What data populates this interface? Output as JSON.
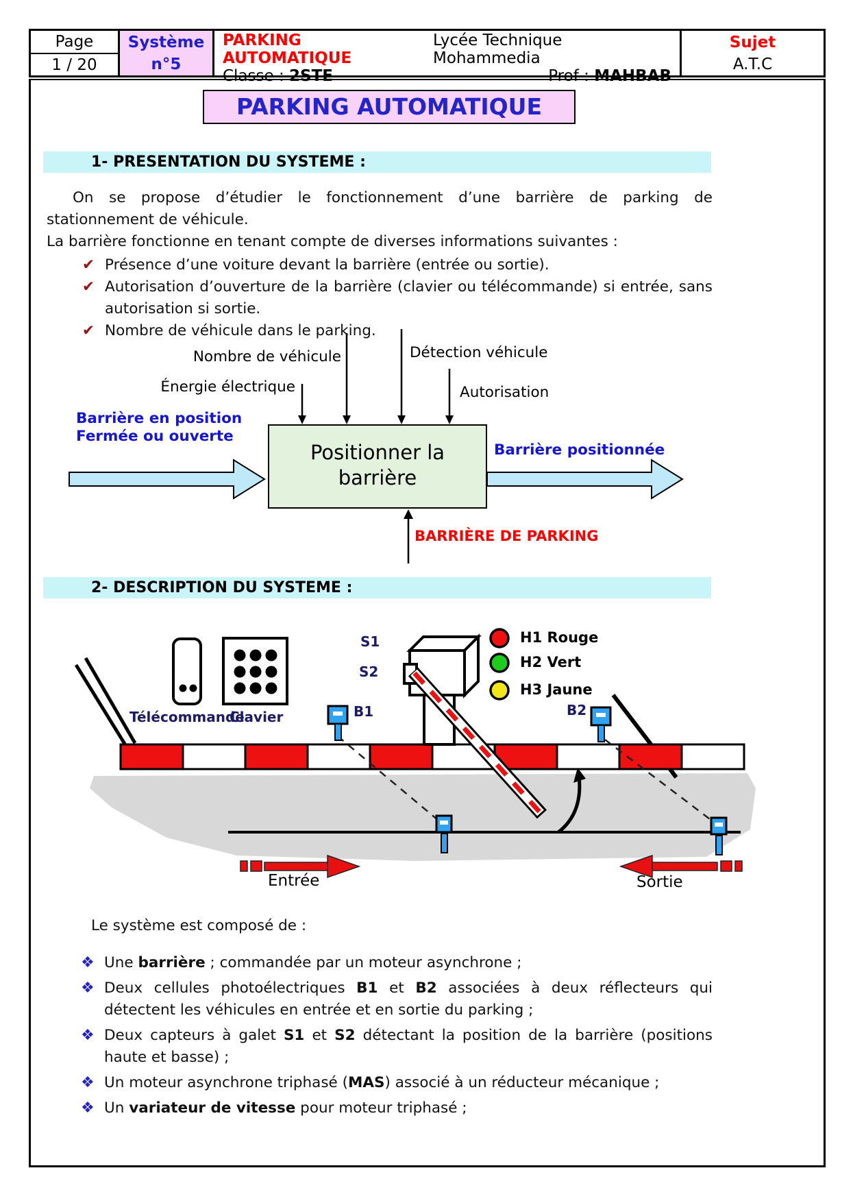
{
  "colors": {
    "pink_bg": "#f9d2f9",
    "cyan_band": "#c9f5f8",
    "blue_text": "#1f1fcc",
    "red_text": "#ff0000",
    "green_box_bg": "#e2f2dc",
    "block_arrow_fill": "#bfe9f8",
    "photocell_blue": "#2fa3f2",
    "road_gray": "#d8d8d8",
    "curb_red": "#ee1111",
    "lamp_red": "#ee1111",
    "lamp_green": "#1ecc1e",
    "lamp_yellow": "#f2e61a"
  },
  "header": {
    "page_label": "Page",
    "page_value": "1 / 20",
    "system_line1": "Système",
    "system_line2": "n°5",
    "doc_title": "PARKING AUTOMATIQUE",
    "classe_label": "Classe :",
    "classe_value": "2STE",
    "school": "Lycée Technique Mohammedia",
    "prof_label": "Prof :",
    "prof_value": "MAHBAB",
    "sujet_label": "Sujet",
    "sujet_value": "A.T.C"
  },
  "title_box": {
    "text": "PARKING AUTOMATIQUE"
  },
  "section1": {
    "heading": "1- PRESENTATION DU SYSTEME :",
    "para1": "On se propose d’étudier le fonctionnement d’une barrière de parking de stationnement de véhicule.",
    "para2": "La barrière fonctionne en tenant compte de diverses informations suivantes :",
    "check_mark": "✔",
    "checks": [
      "Présence d’une voiture devant la barrière (entrée ou sortie).",
      "Autorisation d’ouverture de la barrière (clavier ou télécommande) si entrée, sans autorisation si sortie.",
      "Nombre de véhicule dans le parking."
    ]
  },
  "diagram": {
    "input_top_left": "Nombre de véhicule",
    "input_top_right": "Détection véhicule",
    "input_left": "Énergie électrique",
    "input_right": "Autorisation",
    "entry_line1": "Barrière en position",
    "entry_line2": "Fermée ou ouverte",
    "box_line1": "Positionner la",
    "box_line2": "barrière",
    "output": "Barrière positionnée",
    "support": "BARRIÈRE DE PARKING"
  },
  "section2": {
    "heading": "2- DESCRIPTION DU SYSTEME :"
  },
  "illustration": {
    "telecommande": "Télécommande",
    "clavier": "Clavier",
    "s1": "S1",
    "s2": "S2",
    "b1": "B1",
    "b2": "B2",
    "legend": [
      {
        "label": "H1 Rouge",
        "color": "#ee1111"
      },
      {
        "label": "H2 Vert",
        "color": "#1ecc1e"
      },
      {
        "label": "H3 Jaune",
        "color": "#f2e61a"
      }
    ],
    "entree": "Entrée",
    "sortie": "Sortie"
  },
  "composition": {
    "intro": "Le système est composé de :",
    "marker": "❖",
    "items": [
      {
        "t1": "Une ",
        "b1": "barrière",
        "t2": " ; commandée par un moteur asynchrone ;"
      },
      {
        "t1": "Deux cellules photoélectriques ",
        "b1": "B1",
        "t2": " et ",
        "b2": "B2",
        "t3": " associées à deux réflecteurs qui détectent les véhicules en entrée et en sortie du parking ;"
      },
      {
        "t1": "Deux capteurs à galet ",
        "b1": "S1",
        "t2": " et ",
        "b2": "S2",
        "t3": " détectant la position de la barrière (positions haute et basse) ;"
      },
      {
        "t1": "Un moteur asynchrone triphasé (",
        "b1": "MAS",
        "t2": ") associé à un réducteur mécanique ;"
      },
      {
        "t1": "Un ",
        "b1": "variateur de vitesse",
        "t2": " pour moteur triphasé ;"
      }
    ]
  }
}
